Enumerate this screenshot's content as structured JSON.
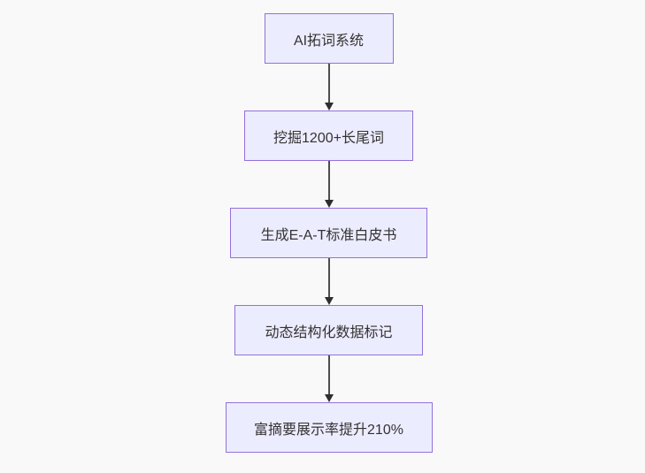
{
  "background_color": "#f9f9f9",
  "flowchart": {
    "type": "flowchart-vertical-top-down",
    "node_fill_color": "#ECECFF",
    "node_border_color": "#9370DB",
    "node_text_color": "#333333",
    "edge_color": "#333333",
    "nodes": [
      {
        "label": "AI拓词系统"
      },
      {
        "label": "挖掘1200+长尾词"
      },
      {
        "label": "生成E-A-T标准白皮书"
      },
      {
        "label": "动态结构化数据标记"
      },
      {
        "label": "富摘要展示率提升210%"
      }
    ],
    "edges": [
      {
        "from": 0,
        "to": 1,
        "style": "arrow-down"
      },
      {
        "from": 1,
        "to": 2,
        "style": "arrow-down"
      },
      {
        "from": 2,
        "to": 3,
        "style": "arrow-down"
      },
      {
        "from": 3,
        "to": 4,
        "style": "arrow-down"
      }
    ]
  }
}
